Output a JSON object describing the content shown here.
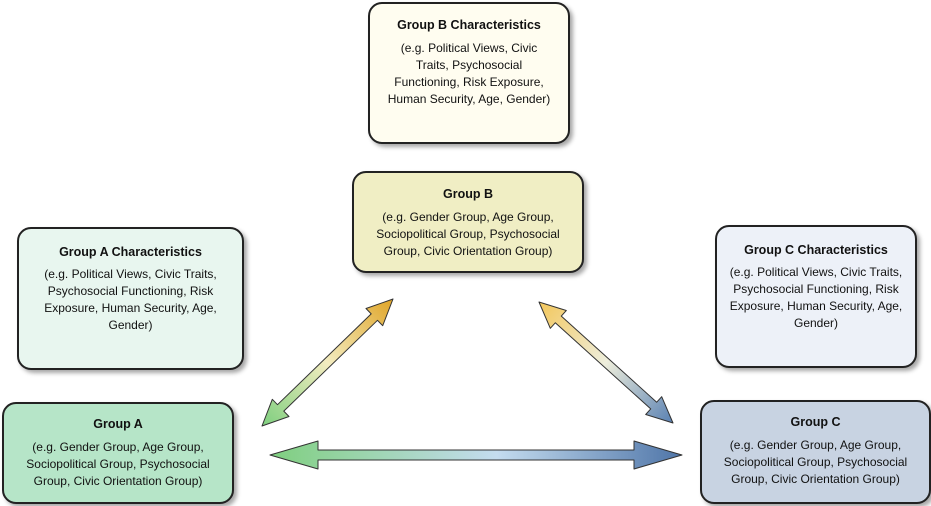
{
  "diagram": {
    "group_b_characteristics": {
      "title": "Group B Characteristics",
      "description": "(e.g. Political Views, Civic Traits, Psychosocial Functioning, Risk Exposure, Human Security, Age, Gender)"
    },
    "group_b": {
      "title": "Group B",
      "description": "(e.g. Gender Group, Age Group, Sociopolitical Group, Psychosocial Group, Civic Orientation Group)"
    },
    "group_a_characteristics": {
      "title": "Group A Characteristics",
      "description": "(e.g. Political Views, Civic Traits, Psychosocial Functioning, Risk Exposure, Human Security, Age, Gender)"
    },
    "group_c_characteristics": {
      "title": "Group C Characteristics",
      "description": "(e.g. Political Views, Civic Traits, Psychosocial Functioning, Risk Exposure, Human Security, Age, Gender)"
    },
    "group_a": {
      "title": "Group A",
      "description": "(e.g. Gender Group, Age Group, Sociopolitical Group, Psychosocial Group, Civic Orientation Group)"
    },
    "group_c": {
      "title": "Group C",
      "description": "(e.g. Gender Group, Age Group, Sociopolitical Group, Psychosocial Group, Civic Orientation Group)"
    },
    "colors": {
      "group_a_fill": "#b6e5c8",
      "group_b_fill": "#f0eec4",
      "group_c_fill": "#c8d3e2",
      "char_a_fill": "#e8f6ef",
      "char_b_fill": "#fffdf0",
      "char_c_fill": "#edf1f8",
      "arrow_green": "#7fcf7f",
      "arrow_gold": "#e0a62a",
      "arrow_blue": "#5b82b3",
      "arrow_light": "#c4dcef"
    }
  }
}
